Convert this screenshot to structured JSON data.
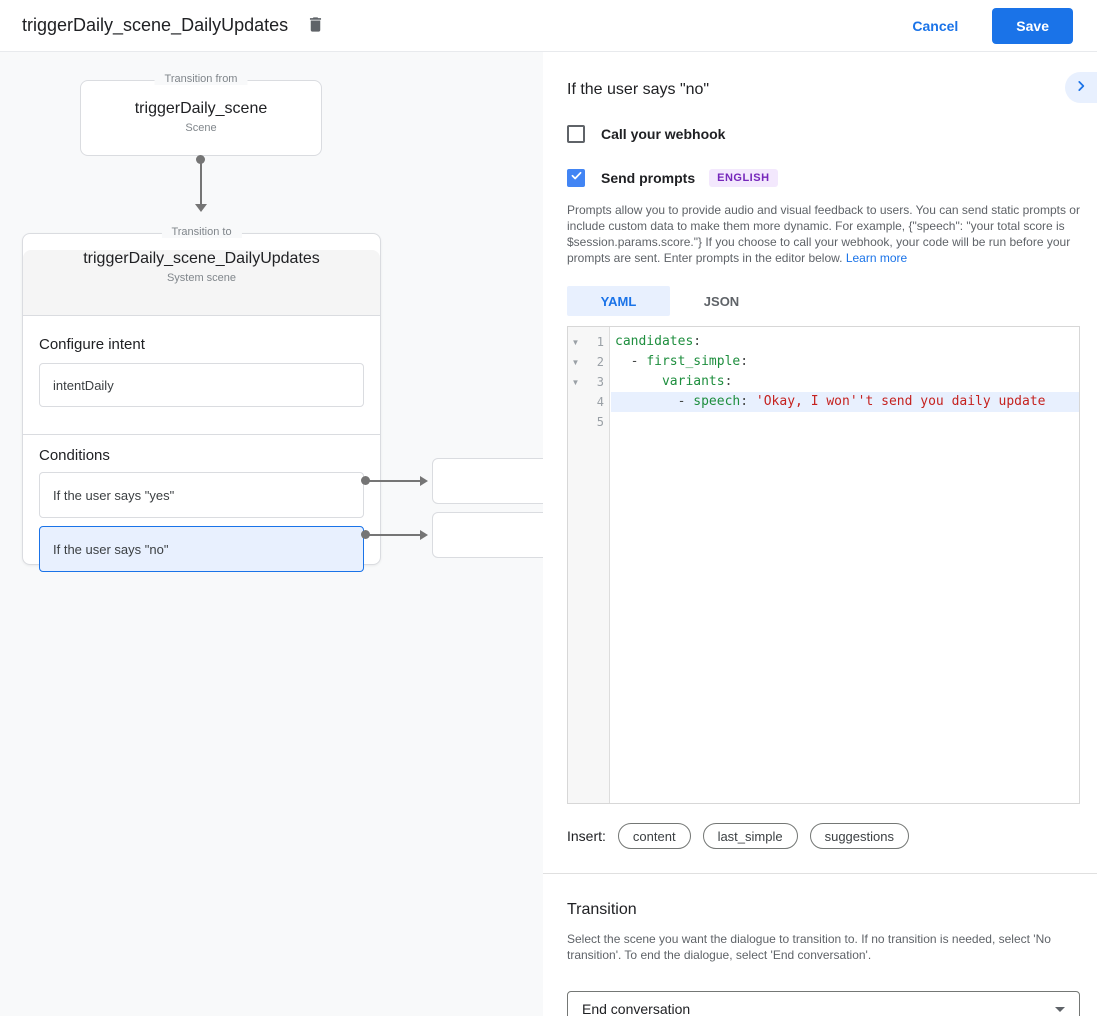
{
  "header": {
    "title": "triggerDaily_scene_DailyUpdates",
    "cancel_label": "Cancel",
    "save_label": "Save"
  },
  "canvas": {
    "from_box": {
      "legend": "Transition from",
      "title": "triggerDaily_scene",
      "subtitle": "Scene"
    },
    "to_box": {
      "legend": "Transition to",
      "title": "triggerDaily_scene_DailyUpdates",
      "subtitle": "System scene",
      "configure_intent_label": "Configure intent",
      "intent_value": "intentDaily",
      "conditions_label": "Conditions",
      "conditions": [
        {
          "label": "If the user says \"yes\"",
          "selected": false
        },
        {
          "label": "If the user says \"no\"",
          "selected": true
        }
      ]
    }
  },
  "panel": {
    "title": "If the user says \"no\"",
    "collapse_icon": "chevron-right",
    "webhook_checkbox": {
      "label": "Call your webhook",
      "checked": false
    },
    "prompts_checkbox": {
      "label": "Send prompts",
      "checked": true,
      "badge": "ENGLISH"
    },
    "description": "Prompts allow you to provide audio and visual feedback to users. You can send static prompts or include custom data to make them more dynamic. For example, {\"speech\": \"your total score is $session.params.score.\"} If you choose to call your webhook, your code will be run before your prompts are sent. Enter prompts in the editor below.",
    "learn_more": "Learn more",
    "tabs": [
      {
        "label": "YAML",
        "active": true
      },
      {
        "label": "JSON",
        "active": false
      }
    ],
    "editor": {
      "lines": [
        {
          "num": "1",
          "fold": true,
          "active": false,
          "tokens": [
            {
              "c": "key",
              "v": "candidates"
            },
            {
              "c": "punc",
              "v": ":"
            }
          ]
        },
        {
          "num": "2",
          "fold": true,
          "active": false,
          "tokens": [
            {
              "c": "punc",
              "v": "  - "
            },
            {
              "c": "key",
              "v": "first_simple"
            },
            {
              "c": "punc",
              "v": ":"
            }
          ]
        },
        {
          "num": "3",
          "fold": true,
          "active": false,
          "tokens": [
            {
              "c": "punc",
              "v": "      "
            },
            {
              "c": "key",
              "v": "variants"
            },
            {
              "c": "punc",
              "v": ":"
            }
          ]
        },
        {
          "num": "4",
          "fold": false,
          "active": true,
          "tokens": [
            {
              "c": "punc",
              "v": "        - "
            },
            {
              "c": "key",
              "v": "speech"
            },
            {
              "c": "punc",
              "v": ": "
            },
            {
              "c": "str",
              "v": "'Okay, I won''t send you daily update"
            }
          ]
        },
        {
          "num": "5",
          "fold": false,
          "active": false,
          "tokens": []
        }
      ]
    },
    "insert_label": "Insert:",
    "insert_pills": [
      "content",
      "last_simple",
      "suggestions"
    ],
    "transition": {
      "title": "Transition",
      "description": "Select the scene you want the dialogue to transition to. If no transition is needed, select 'No transition'. To end the dialogue, select 'End conversation'.",
      "value": "End conversation"
    }
  },
  "colors": {
    "accent": "#1a73e8",
    "selected_bg": "#e8f0fe",
    "checkbox_checked": "#4285f4",
    "badge_bg": "#f3e8fd",
    "badge_text": "#7627bb",
    "code_key": "#1e8e3e",
    "code_string": "#c5221f",
    "canvas_bg": "#f8f9fa"
  }
}
